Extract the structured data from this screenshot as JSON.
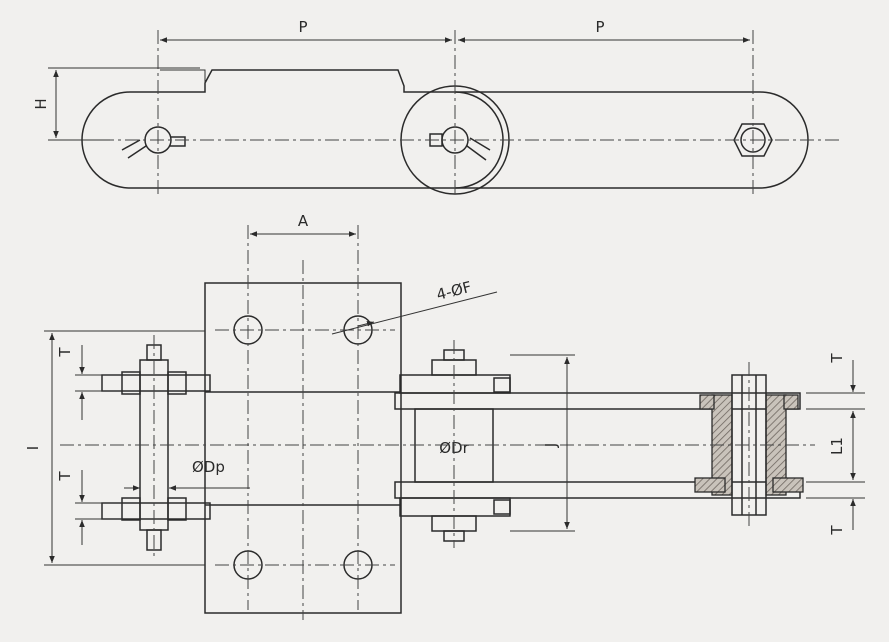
{
  "labels": {
    "pitch_left": "P",
    "pitch_right": "P",
    "height": "H",
    "attachment_spacing": "A",
    "bolt_holes": "4-ØF",
    "inner_width": "I",
    "plate_thickness_top_left": "T",
    "plate_thickness_bottom_left": "T",
    "pin_diameter": "ØDp",
    "roller_diameter": "ØDr",
    "outer_link_width": "J",
    "plate_thickness_top_right": "T",
    "inner_link_width": "L1",
    "plate_thickness_bottom_right": "T"
  },
  "colors": {
    "background": "#f1f0ee",
    "line": "#2b2b2b",
    "hatch": "#8a8580"
  }
}
